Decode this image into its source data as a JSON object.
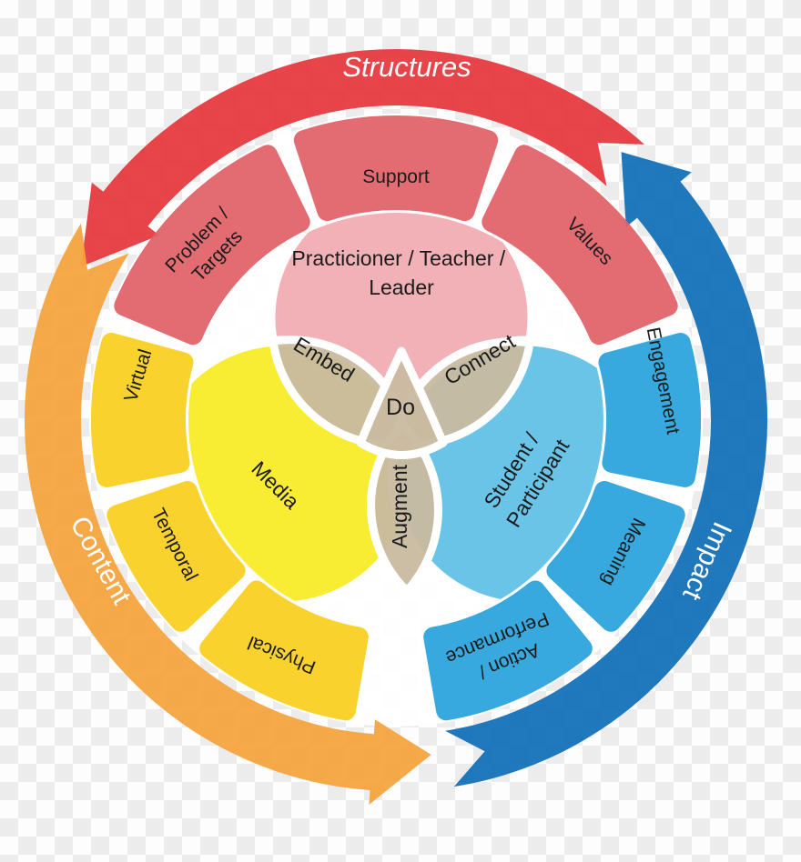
{
  "arrows": {
    "structures": {
      "label": "Structures",
      "color": "#e73b41"
    },
    "content": {
      "label": "Content",
      "color": "#f6a43e"
    },
    "impact": {
      "label": "Impact",
      "color": "#1472b9"
    }
  },
  "ring": {
    "red": {
      "color": "#e16169",
      "segments": {
        "problem_targets": {
          "line1": "Problem /",
          "line2": "Targets"
        },
        "support": {
          "label": "Support"
        },
        "values": {
          "label": "Values"
        }
      }
    },
    "yellow": {
      "color": "#f9cf1e",
      "segments": {
        "virtual": {
          "label": "Virtual"
        },
        "temporal": {
          "label": "Temporal"
        },
        "physical": {
          "label": "Physical"
        }
      }
    },
    "blue": {
      "color": "#29a3dc",
      "segments": {
        "engagement": {
          "label": "Engagement"
        },
        "meaning": {
          "label": "Meaning"
        },
        "action_performance": {
          "line1": "Action /",
          "line2": "Performance"
        }
      }
    }
  },
  "circles": {
    "practitioner": {
      "line1": "Practicioner / Teacher /",
      "line2": "Leader",
      "color": "#f0a6ad"
    },
    "media": {
      "label": "Media",
      "color": "#f7eb16"
    },
    "student": {
      "line1": "Student /",
      "line2": "Participant",
      "color": "#55bce5"
    }
  },
  "venn": {
    "color": "#c9baa0",
    "embed": "Embed",
    "connect": "Connect",
    "augment": "Augment",
    "do": "Do"
  },
  "background": {
    "checker_light": "#fdfdfd",
    "checker_dark": "#ececec",
    "gap_white": "#ffffff"
  }
}
